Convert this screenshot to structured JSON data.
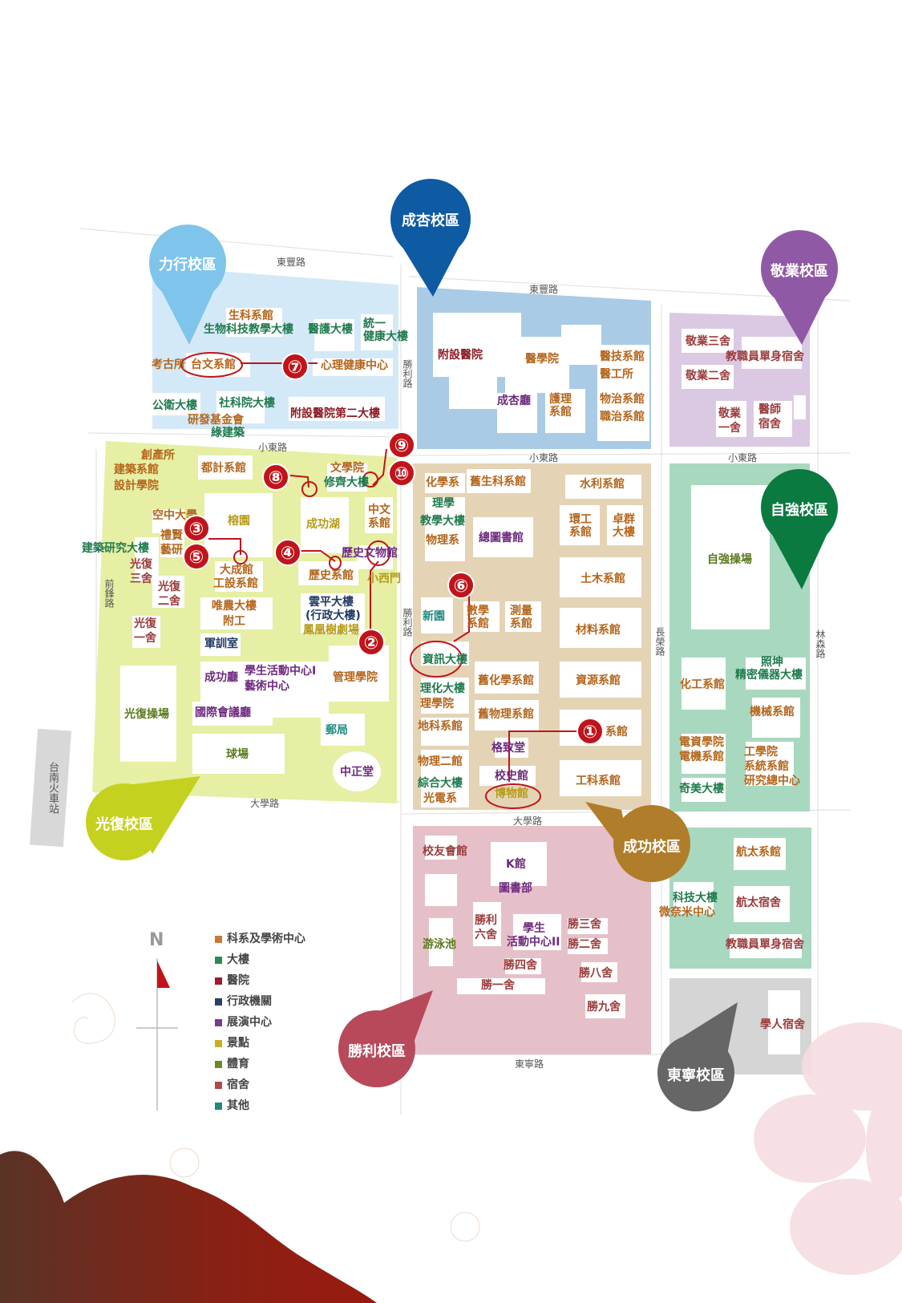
{
  "campuses": {
    "lihsing": "力行校區",
    "chenghsing": "成杏校區",
    "jingye": "敬業校區",
    "tzuchiang": "自強校區",
    "kuangfu": "光復校區",
    "chengkung": "成功校區",
    "shengli": "勝利校區",
    "tungning": "東寧校區"
  },
  "roads": {
    "dongfeng_1": "東豐路",
    "dongfeng_2": "東豐路",
    "xiaodong_1": "小東路",
    "xiaodong_2": "小東路",
    "xiaodong_3": "小東路",
    "daxue_1": "大學路",
    "daxue_2": "大學路",
    "dongning": "東寧路",
    "shengli_1": "勝利路",
    "shengli_2": "勝利路",
    "qianfeng": "前鋒路",
    "changrong": "長榮路",
    "linsen": "林森路",
    "station": "台南火車站"
  },
  "buildings": {
    "b01": "生科系館",
    "b02": "生物科技教學大樓",
    "b03": "醫護大樓",
    "b04": "統一",
    "b05": "健康大樓",
    "b06": "考古所",
    "b07": "台文系館",
    "b08": "心理健康中心",
    "b09": "公衛大樓",
    "b10": "社科院大樓",
    "b11": "研發基金會",
    "b12": "綠建築",
    "b13": "附設醫院第二大樓",
    "b14": "附設醫院",
    "b15": "醫學院",
    "b16": "醫技系館",
    "b17": "醫工所",
    "b18": "成杏廳",
    "b19": "護理",
    "b20": "系館",
    "b21": "物治系館",
    "b22": "職治系館",
    "b23": "敬業三舍",
    "b24": "教職員單身宿舍",
    "b25": "敬業二舍",
    "b26": "敬業",
    "b27": "一舍",
    "b28": "醫師",
    "b29": "宿舍",
    "b30": "創產所",
    "b31": "建築系館",
    "b32": "設計學院",
    "b33": "都計系館",
    "b34": "文學院",
    "b35": "修齊大樓",
    "b36": "空中大學",
    "b37": "禮賢",
    "b38": "藝研",
    "b39": "榕園",
    "b40": "成功湖",
    "b41": "中文",
    "b42": "系館",
    "b43": "建築研究大樓",
    "b44": "光復",
    "b45": "三舍",
    "b46": "光復",
    "b47": "二舍",
    "b48": "光復",
    "b49": "一舍",
    "b50": "大成館",
    "b51": "工設系館",
    "b52": "歷史文物館",
    "b53": "歷史系館",
    "b54": "小西門",
    "b55": "唯農大樓",
    "b56": "附工",
    "b57": "雲平大樓",
    "b58": "(行政大樓)",
    "b59": "鳳凰樹劇場",
    "b60": "軍訓室",
    "b61": "成功廳",
    "b62": "學生活動中心I",
    "b63": "藝術中心",
    "b64": "管理學院",
    "b65": "光復操場",
    "b66": "國際會議廳",
    "b67": "郵局",
    "b68": "球場",
    "b69": "中正堂",
    "b70": "化學系",
    "b71": "舊生科系館",
    "b72": "水利系館",
    "b73": "理學",
    "b74": "教學大樓",
    "b75": "物理系",
    "b76": "總圖書館",
    "b77": "環工",
    "b78": "系館",
    "b79": "卓群",
    "b80": "大樓",
    "b81": "土木系館",
    "b82": "新園",
    "b83": "數學",
    "b84": "系館",
    "b85": "測量",
    "b86": "系館",
    "b87": "材料系館",
    "b88": "資訊大樓",
    "b89": "理化大樓",
    "b90": "理學院",
    "b91": "舊化學系館",
    "b92": "資源系館",
    "b93": "舊物理系館",
    "b94": "地科系館",
    "b95": "系館",
    "b96": "格致堂",
    "b97": "物理二館",
    "b98": "綜合大樓",
    "b99": "校史館",
    "b100": "光電系",
    "b101": "博物館",
    "b102": "工科系館",
    "b103": "自強操場",
    "b104": "照坤",
    "b105": "精密儀器大樓",
    "b106": "化工系館",
    "b107": "機械系館",
    "b108": "電資學院",
    "b109": "電機系館",
    "b110": "工學院",
    "b111": "系統系館",
    "b112": "奇美大樓",
    "b113": "研究總中心",
    "b114": "校友會館",
    "b115": "K館",
    "b116": "圖書部",
    "b117": "勝利",
    "b118": "六舍",
    "b119": "學生",
    "b120": "活動中心II",
    "b121": "勝三舍",
    "b122": "勝二舍",
    "b123": "游泳池",
    "b124": "勝四舍",
    "b125": "勝八舍",
    "b126": "勝一舍",
    "b127": "勝九舍",
    "b128": "科技大樓",
    "b129": "微奈米中心",
    "b130": "航太系館",
    "b131": "航太宿舍",
    "b132": "教職員單身宿舍",
    "b133": "學人宿舍"
  },
  "markers": [
    "①",
    "②",
    "③",
    "④",
    "⑤",
    "⑥",
    "⑦",
    "⑧",
    "⑨",
    "⑩"
  ],
  "compass": "N",
  "legend": [
    {
      "label": "科系及學術中心",
      "color": "#c47a35"
    },
    {
      "label": "大樓",
      "color": "#2b8a55"
    },
    {
      "label": "醫院",
      "color": "#9b1c2c"
    },
    {
      "label": "行政機關",
      "color": "#2b3f6b"
    },
    {
      "label": "展演中心",
      "color": "#7a3a8c"
    },
    {
      "label": "景點",
      "color": "#c8b020"
    },
    {
      "label": "體育",
      "color": "#6b8a22"
    },
    {
      "label": "宿舍",
      "color": "#b04848"
    },
    {
      "label": "其他",
      "color": "#1f8a80"
    }
  ],
  "colors": {
    "lihsing": "#d4e9f7",
    "chenghsing": "#a9cbe6",
    "jingye": "#dbc9e4",
    "tzuchiang": "#a9d8c0",
    "kuangfu": "#e6efa3",
    "chengkung": "#e4d4b5",
    "shengli": "#e6c0c8",
    "tungning": "#d5d5d5"
  }
}
